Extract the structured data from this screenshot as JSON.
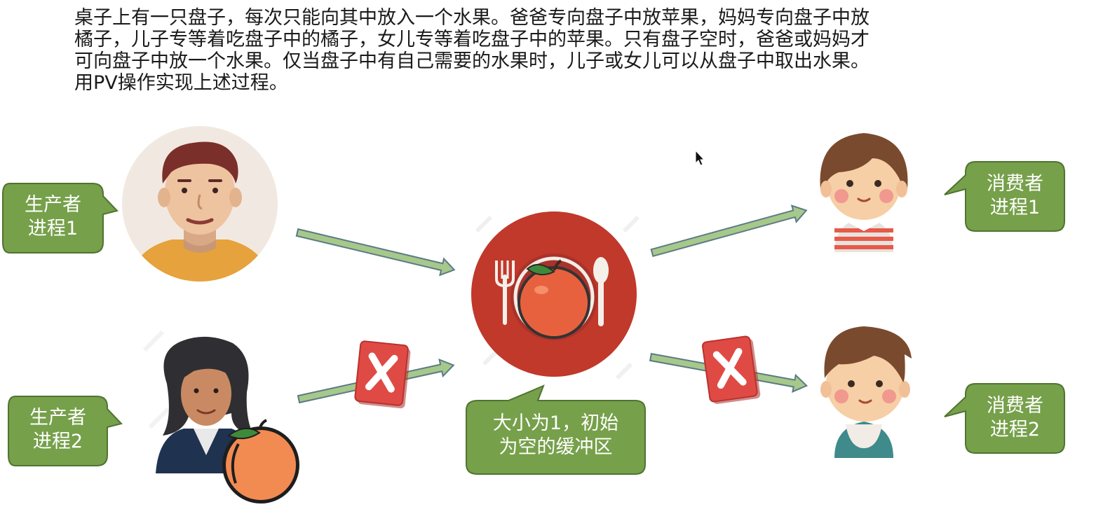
{
  "problem_lines": [
    "桌子上有一只盘子，每次只能向其中放入一个水果。爸爸专向盘子中放苹果，妈妈专向盘子中放",
    "橘子，儿子专等着吃盘子中的橘子，女儿专等着吃盘子中的苹果。只有盘子空时，爸爸或妈妈才",
    "可向盘子中放一个水果。仅当盘子中有自己需要的水果时，儿子或女儿可以从盘子中取出水果。",
    "用PV操作实现上述过程。"
  ],
  "labels": {
    "producer1": [
      "生产者",
      "进程1"
    ],
    "producer2": [
      "生产者",
      "进程2"
    ],
    "consumer1": [
      "消费者",
      "进程1"
    ],
    "consumer2": [
      "消费者",
      "进程2"
    ],
    "buffer": [
      "大小为1，初始",
      "为空的缓冲区"
    ]
  },
  "icons": {
    "producer1": "father-avatar-icon",
    "producer2": "mother-avatar-icon",
    "fruit": "orange-icon",
    "plate": "plate-with-apple-icon",
    "consumer1": "daughter-avatar-icon",
    "consumer2": "son-avatar-icon",
    "blocked": "red-x-icon"
  },
  "colors": {
    "callout_fill": "#76a04a",
    "callout_stroke": "#4f7431",
    "arrow_fill": "#a6c88a",
    "arrow_stroke": "#5c7a86",
    "plate": "#c0392b",
    "x_badge": "#e04a45"
  }
}
